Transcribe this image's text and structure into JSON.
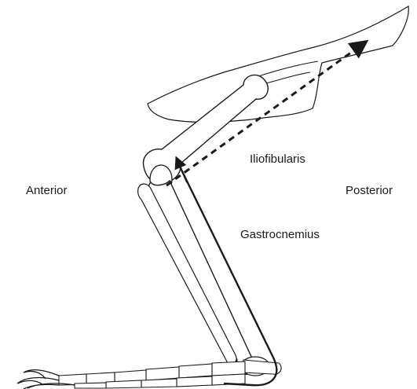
{
  "labels": {
    "anterior": "Anterior",
    "posterior": "Posterior",
    "iliofibularis": "Iliofibularis",
    "gastrocnemius": "Gastrocnemius"
  },
  "colors": {
    "line": "#1a1a1a",
    "fill": "#ffffff"
  }
}
